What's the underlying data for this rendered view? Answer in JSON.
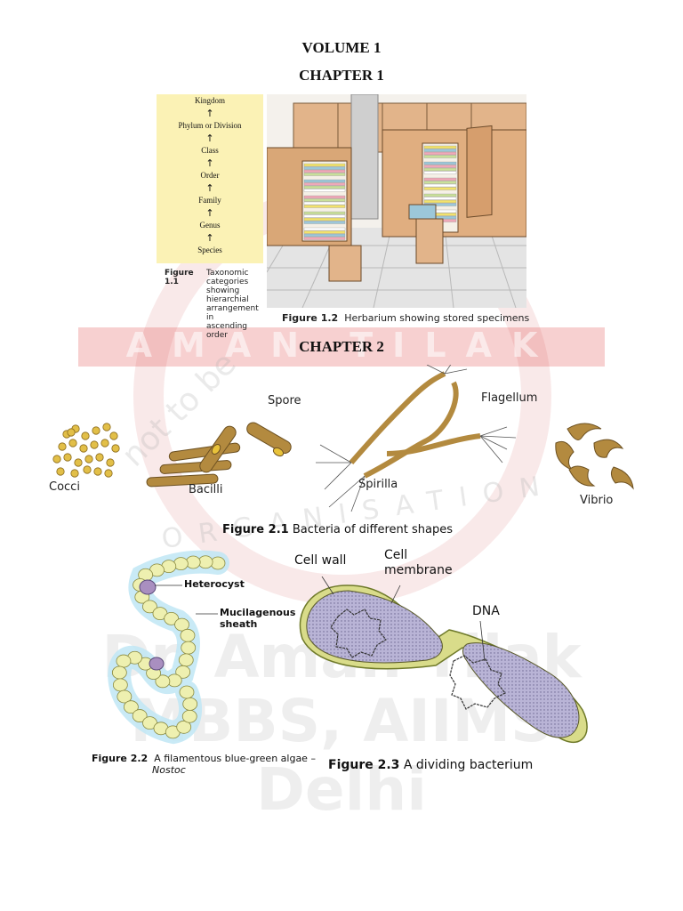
{
  "volume_title": "VOLUME 1",
  "chapter1": {
    "heading": "CHAPTER 1",
    "hierarchy": [
      "Kingdom",
      "Phylum or Division",
      "Class",
      "Order",
      "Family",
      "Genus",
      "Species"
    ],
    "fig1_1": {
      "num": "Figure 1.1",
      "text": "Taxonomic categories showing hierarchial arrangement in ascending order"
    },
    "fig1_2": {
      "num": "Figure 1.2",
      "text": "Herbarium showing stored specimens"
    }
  },
  "chapter2": {
    "heading": "CHAPTER 2",
    "fig2_1": {
      "num": "Figure 2.1",
      "text": "Bacteria of different shapes",
      "labels": {
        "cocci": "Cocci",
        "bacilli": "Bacilli",
        "spore": "Spore",
        "spirilla": "Spirilla",
        "flagellum": "Flagellum",
        "vibrio": "Vibrio"
      }
    },
    "fig2_2": {
      "num": "Figure 2.2",
      "text": "A filamentous blue-green algae –",
      "species": "Nostoc",
      "labels": {
        "heterocyst": "Heterocyst",
        "mucilagenous": "Mucilagenous",
        "sheath": "sheath"
      }
    },
    "fig2_3": {
      "num": "Figure 2.3",
      "text": "A dividing bacterium",
      "labels": {
        "cell_wall": "Cell wall",
        "cell_membrane_1": "Cell",
        "cell_membrane_2": "membrane",
        "dna": "DNA"
      }
    }
  },
  "watermark": {
    "brand": "AMAN TILAK",
    "org": "ORGANISATION",
    "line1": "Dr. Aman Tilak",
    "line2": "MBBS, AIIMS Delhi",
    "diag": "not to be"
  },
  "colors": {
    "bacteria": "#b38a3f",
    "panel": "#fbf2b5",
    "cabinet": "#e2b48a",
    "algae_cell": "#eef0b0",
    "algae_glow": "#bfe6f5",
    "bacterium_fill": "#b9b4d6",
    "bacterium_wall": "#d9dc8a"
  }
}
